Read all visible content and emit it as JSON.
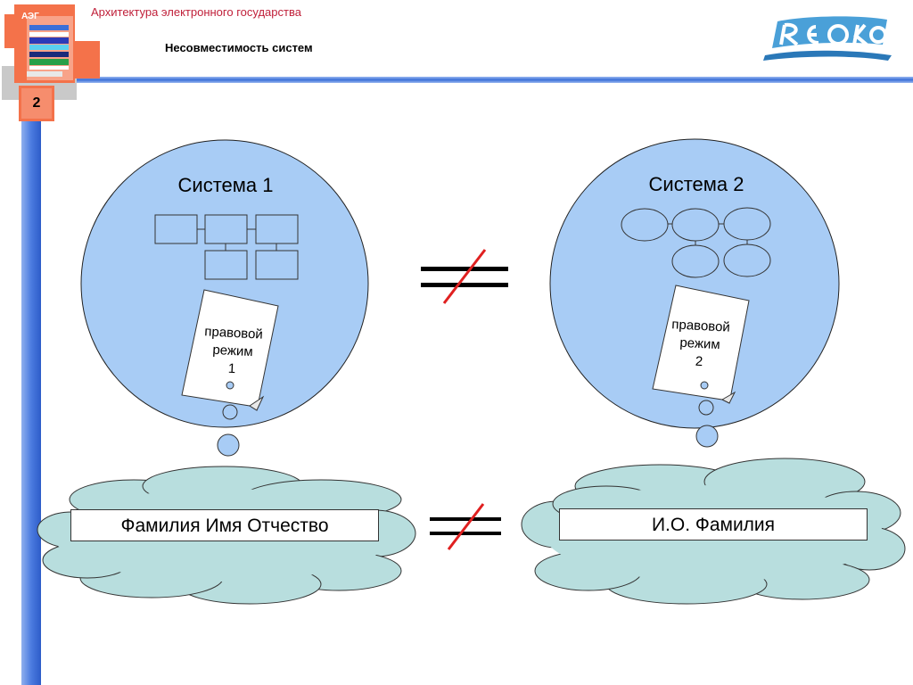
{
  "header": {
    "title": "Архитектура электронного государства",
    "subtitle": "Несовместимость систем",
    "badge_label": "АЭГ",
    "slide_number": "2",
    "logo_icon": "reqko-logo-icon"
  },
  "system1": {
    "label": "Система 1",
    "document_lines": [
      "правовой",
      "режим",
      "1"
    ],
    "name_format": "Фамилия Имя Отчество"
  },
  "system2": {
    "label": "Система 2",
    "document_lines": [
      "правовой",
      "режим",
      "2"
    ],
    "name_format": "И.О. Фамилия"
  },
  "colors": {
    "circle_fill": "#a8ccf5",
    "cloud_fill": "#b8dede",
    "accent_orange": "#f4724a",
    "accent_blue": "#3b6fd8",
    "not_equal_slash": "#e02020",
    "header_text": "#c0203a"
  }
}
